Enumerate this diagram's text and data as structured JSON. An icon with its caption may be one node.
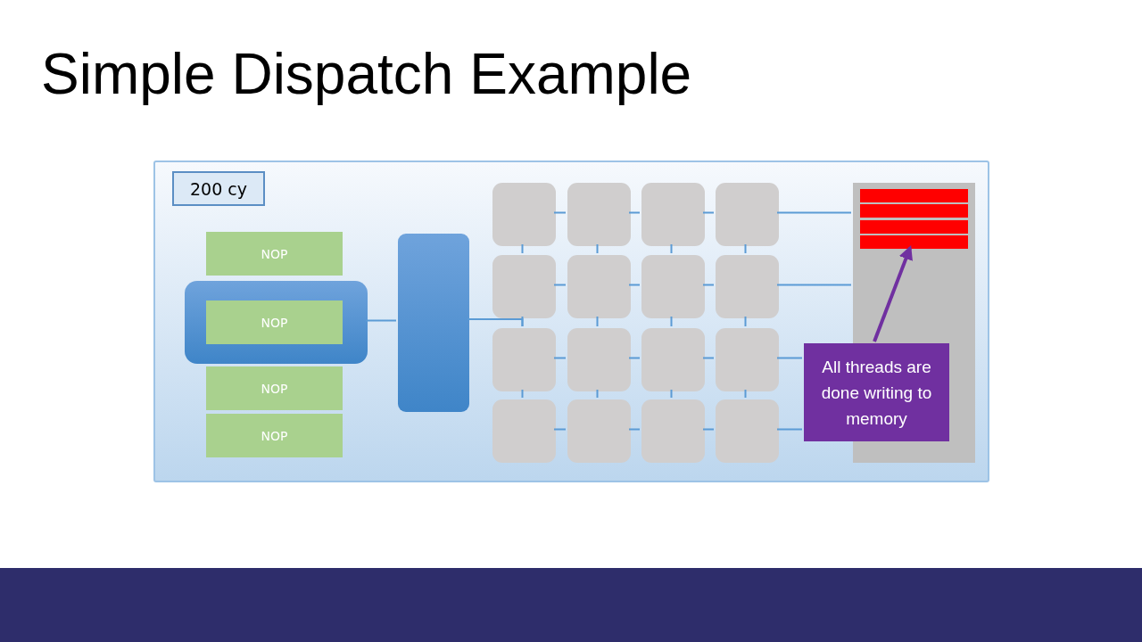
{
  "diagram": {
    "title": "Simple Dispatch Example",
    "nodes": [
      {
        "text": [],
        "shape": "box"
      },
      {
        "text": [
          "200 cy"
        ],
        "in": 0
      },
      {
        "text": [
          "NOP"
        ],
        "in": 0
      },
      {
        "text": [],
        "shape": "box",
        "in": 0
      },
      {
        "text": [
          "NOP"
        ],
        "in": 3
      },
      {
        "text": [
          "NOP"
        ],
        "in": 0
      },
      {
        "text": [
          "NOP"
        ],
        "in": 0
      },
      {
        "text": [],
        "shape": "box",
        "in": 0
      },
      {
        "text": [],
        "shape": "box",
        "in": 0
      },
      {
        "text": [],
        "shape": "box",
        "in": 0
      },
      {
        "text": [],
        "shape": "box",
        "in": 0
      },
      {
        "text": [],
        "shape": "box",
        "in": 0
      },
      {
        "text": [],
        "shape": "box",
        "in": 0
      },
      {
        "text": [],
        "shape": "box",
        "in": 0
      },
      {
        "text": [],
        "shape": "box",
        "in": 0
      },
      {
        "text": [],
        "shape": "box",
        "in": 0
      },
      {
        "text": [],
        "shape": "box",
        "in": 0
      },
      {
        "text": [],
        "shape": "box",
        "in": 0
      },
      {
        "text": [],
        "shape": "box",
        "in": 0
      },
      {
        "text": [],
        "shape": "box",
        "in": 0
      },
      {
        "text": [],
        "shape": "box",
        "in": 0
      },
      {
        "text": [],
        "shape": "box",
        "in": 0
      },
      {
        "text": [],
        "shape": "box",
        "in": 0
      },
      {
        "text": [],
        "shape": "box",
        "in": 0
      },
      {
        "text": [],
        "shape": "bar",
        "in": 0
      },
      {
        "text": [],
        "shape": "bar",
        "in": 24
      },
      {
        "text": [],
        "shape": "bar",
        "in": 24
      },
      {
        "text": [],
        "shape": "bar",
        "in": 24
      },
      {
        "text": [],
        "shape": "bar",
        "in": 24
      },
      {
        "text": [
          "All threads are done writing to memory"
        ],
        "in": 0
      }
    ],
    "edges": [
      {
        "from": 3,
        "to": 7,
        "arrow": "none"
      },
      {
        "from": 7,
        "to": 16,
        "arrow": "none"
      },
      {
        "from": 8,
        "to": 9,
        "arrow": "none"
      },
      {
        "from": 9,
        "to": 10,
        "arrow": "none"
      },
      {
        "from": 10,
        "to": 11,
        "arrow": "none"
      },
      {
        "from": 11,
        "to": 24,
        "arrow": "none"
      },
      {
        "from": 12,
        "to": 13,
        "arrow": "none"
      },
      {
        "from": 13,
        "to": 14,
        "arrow": "none"
      },
      {
        "from": 14,
        "to": 15,
        "arrow": "none"
      },
      {
        "from": 15,
        "to": 24,
        "arrow": "none"
      },
      {
        "from": 16,
        "to": 17,
        "arrow": "none"
      },
      {
        "from": 17,
        "to": 18,
        "arrow": "none"
      },
      {
        "from": 18,
        "to": 19,
        "arrow": "none"
      },
      {
        "from": 19,
        "to": 29,
        "arrow": "none"
      },
      {
        "from": 20,
        "to": 21,
        "arrow": "none"
      },
      {
        "from": 21,
        "to": 22,
        "arrow": "none"
      },
      {
        "from": 22,
        "to": 23,
        "arrow": "none"
      },
      {
        "from": 23,
        "to": 29,
        "arrow": "none"
      },
      {
        "from": 8,
        "to": 12,
        "arrow": "none"
      },
      {
        "from": 12,
        "to": 16,
        "arrow": "none"
      },
      {
        "from": 16,
        "to": 20,
        "arrow": "none"
      },
      {
        "from": 9,
        "to": 13,
        "arrow": "none"
      },
      {
        "from": 13,
        "to": 17,
        "arrow": "none"
      },
      {
        "from": 17,
        "to": 21,
        "arrow": "none"
      },
      {
        "from": 10,
        "to": 14,
        "arrow": "none"
      },
      {
        "from": 14,
        "to": 18,
        "arrow": "none"
      },
      {
        "from": 18,
        "to": 22,
        "arrow": "none"
      },
      {
        "from": 11,
        "to": 15,
        "arrow": "none"
      },
      {
        "from": 15,
        "to": 19,
        "arrow": "none"
      },
      {
        "from": 19,
        "to": 23,
        "arrow": "none"
      },
      {
        "from": 29,
        "to": 28,
        "arrow": "to",
        "style": "thick",
        "color": "#7030a0"
      }
    ]
  }
}
